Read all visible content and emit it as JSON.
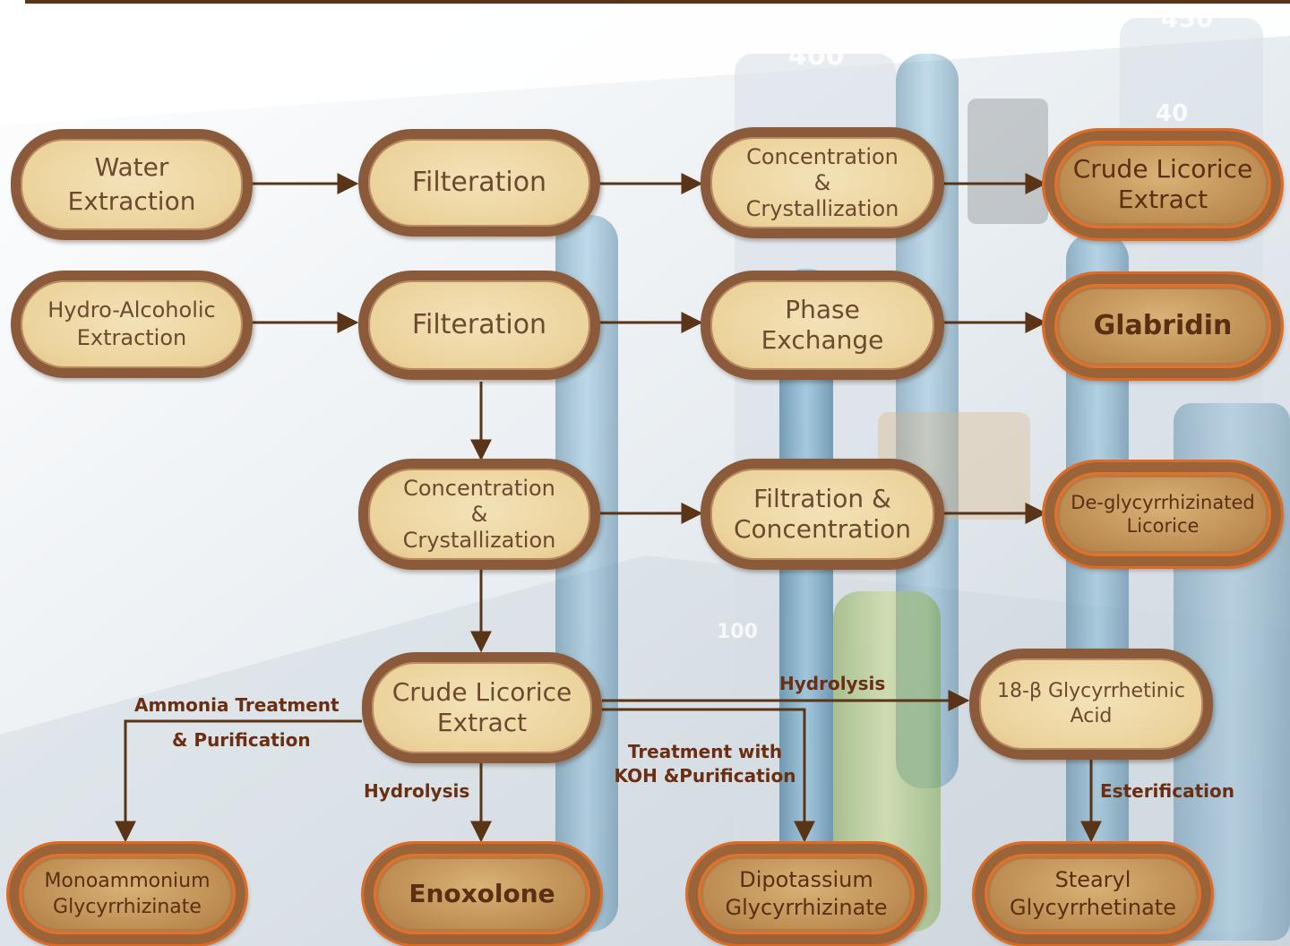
{
  "nodes": {
    "water_extraction": "Water\nExtraction",
    "filteration_1": "Filteration",
    "concentration_crystallization_1": "Concentration\n&\nCrystallization",
    "crude_licorice_extract_1": "Crude Licorice\nExtract",
    "hydro_alcoholic_extraction": "Hydro-Alcoholic\nExtraction",
    "filteration_2": "Filteration",
    "phase_exchange": "Phase\nExchange",
    "glabridin": "Glabridin",
    "concentration_crystallization_2": "Concentration\n&\nCrystallization",
    "filtration_concentration": "Filtration &\nConcentration",
    "deglycyrrhizinated_licorice": "De-glycyrrhizinated\nLicorice",
    "crude_licorice_extract_2": "Crude Licorice\nExtract",
    "glycyrrhetinic_acid": "18-β Glycyrrhetinic\nAcid",
    "monoammonium_glycyrrhizinate": "Monoammonium\nGlycyrrhizinate",
    "enoxolone": "Enoxolone",
    "dipotassium_glycyrrhizinate": "Dipotassium\nGlycyrrhizinate",
    "stearyl_glycyrrhetinate": "Stearyl\nGlycyrrhetinate"
  },
  "edge_labels": {
    "ammonia_treatment": "Ammonia Treatment",
    "purification": "& Purification",
    "hydrolysis_enoxolone": "Hydrolysis",
    "koh_treatment": "Treatment with\nKOH &Purification",
    "hydrolysis_acid": "Hydrolysis",
    "esterification": "Esterification"
  },
  "background_marks": {
    "mark_450": "450",
    "mark_400": "400",
    "mark_40": "40",
    "mark_100": "100"
  },
  "colors": {
    "arrow": "#5a3416",
    "process_fill": "#ecd39c",
    "process_border": "#8a5a3a",
    "product_fill": "#c09055",
    "product_ring": "#e06a24",
    "label_text": "#6b2e12"
  }
}
